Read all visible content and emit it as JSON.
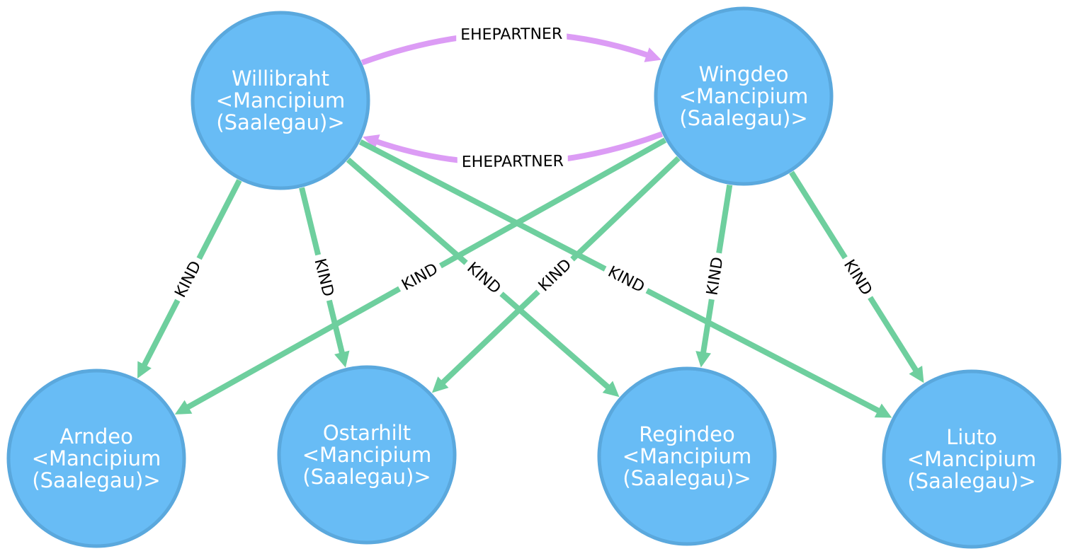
{
  "colors": {
    "node_fill": "#68bcf5",
    "node_stroke": "#5aa8dd",
    "node_text": "#ffffff",
    "ehepartner": "#dc9cf5",
    "kind": "#6ecf9e"
  },
  "nodes": [
    {
      "id": "willibraht",
      "lines": [
        "Willibraht",
        "<Mancipium",
        "(Saalegau)>"
      ]
    },
    {
      "id": "wingdeo",
      "lines": [
        "Wingdeo",
        "<Mancipium",
        "(Saalegau)>"
      ]
    },
    {
      "id": "arndeo",
      "lines": [
        "Arndeo",
        "<Mancipium",
        "(Saalegau)>"
      ]
    },
    {
      "id": "ostarhilt",
      "lines": [
        "Ostarhilt",
        "<Mancipium",
        "(Saalegau)>"
      ]
    },
    {
      "id": "regindeo",
      "lines": [
        "Regindeo",
        "<Mancipium",
        "(Saalegau)>"
      ]
    },
    {
      "id": "liuto",
      "lines": [
        "Liuto",
        "<Mancipium",
        "(Saalegau)>"
      ]
    }
  ],
  "edges": [
    {
      "id": "wingdeo-willibraht",
      "from": "wingdeo",
      "to": "willibraht",
      "label": "EHEPARTNER",
      "kind": "ehepartner"
    },
    {
      "id": "willibraht-wingdeo",
      "from": "willibraht",
      "to": "wingdeo",
      "label": "EHEPARTNER",
      "kind": "ehepartner"
    },
    {
      "id": "willibraht-arndeo",
      "from": "willibraht",
      "to": "arndeo",
      "label": "KIND",
      "kind": "kind"
    },
    {
      "id": "willibraht-ostarhilt",
      "from": "willibraht",
      "to": "ostarhilt",
      "label": "KIND",
      "kind": "kind"
    },
    {
      "id": "willibraht-regindeo",
      "from": "willibraht",
      "to": "regindeo",
      "label": "KIND",
      "kind": "kind"
    },
    {
      "id": "willibraht-liuto",
      "from": "willibraht",
      "to": "liuto",
      "label": "KIND",
      "kind": "kind"
    },
    {
      "id": "wingdeo-arndeo",
      "from": "wingdeo",
      "to": "arndeo",
      "label": "KIND",
      "kind": "kind"
    },
    {
      "id": "wingdeo-ostarhilt",
      "from": "wingdeo",
      "to": "ostarhilt",
      "label": "KIND",
      "kind": "kind"
    },
    {
      "id": "wingdeo-regindeo",
      "from": "wingdeo",
      "to": "regindeo",
      "label": "KIND",
      "kind": "kind"
    },
    {
      "id": "wingdeo-liuto",
      "from": "wingdeo",
      "to": "liuto",
      "label": "KIND",
      "kind": "kind"
    }
  ]
}
